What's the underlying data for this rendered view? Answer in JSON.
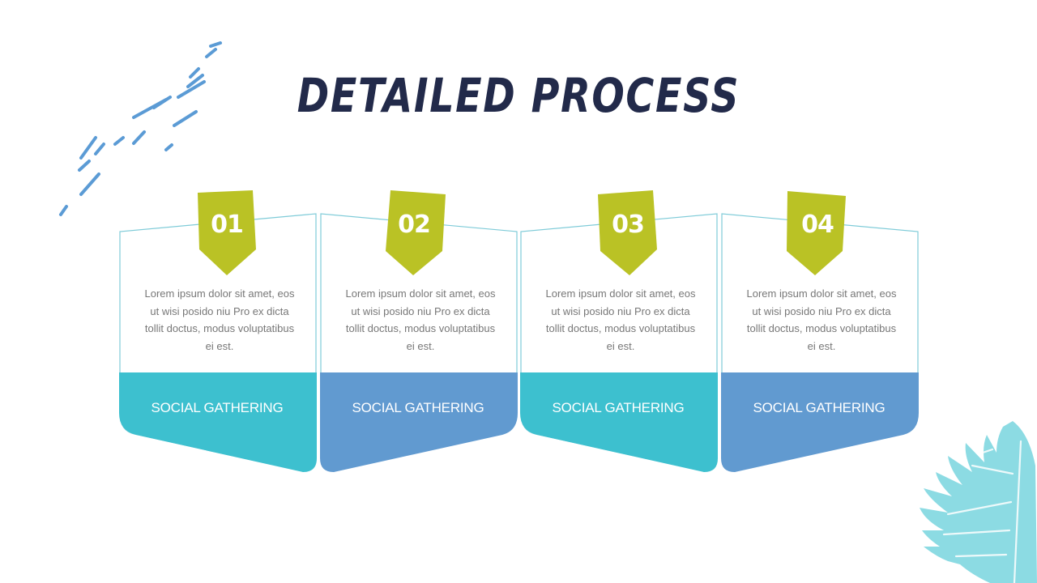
{
  "slide": {
    "title": "DETAILED PROCESS",
    "colors": {
      "title": "#222a4a",
      "badge": "#bac225",
      "teal": "#3dc0cf",
      "blue": "#619ad0",
      "outline": "#7ecbd8",
      "body_text": "#777777",
      "leaf": "#8cdbe3",
      "brush": "#5b9bd5"
    },
    "steps": [
      {
        "number": "01",
        "body": "Lorem ipsum dolor sit amet, eos ut wisi posido niu Pro ex dicta tollit doctus, modus voluptatibus ei est.",
        "label": "SOCIAL GATHERING",
        "color": "teal"
      },
      {
        "number": "02",
        "body": "Lorem ipsum dolor sit amet, eos ut wisi posido niu Pro ex dicta tollit doctus, modus voluptatibus ei est.",
        "label": "SOCIAL GATHERING",
        "color": "blue"
      },
      {
        "number": "03",
        "body": "Lorem ipsum dolor sit amet, eos ut wisi posido niu Pro ex dicta tollit doctus, modus voluptatibus ei est.",
        "label": "SOCIAL GATHERING",
        "color": "teal"
      },
      {
        "number": "04",
        "body": "Lorem ipsum dolor sit amet, eos ut wisi posido niu Pro ex dicta tollit doctus, modus voluptatibus ei est.",
        "label": "SOCIAL GATHERING",
        "color": "blue"
      }
    ],
    "decorations": [
      "brush-strokes-icon",
      "leaf-icon"
    ]
  }
}
